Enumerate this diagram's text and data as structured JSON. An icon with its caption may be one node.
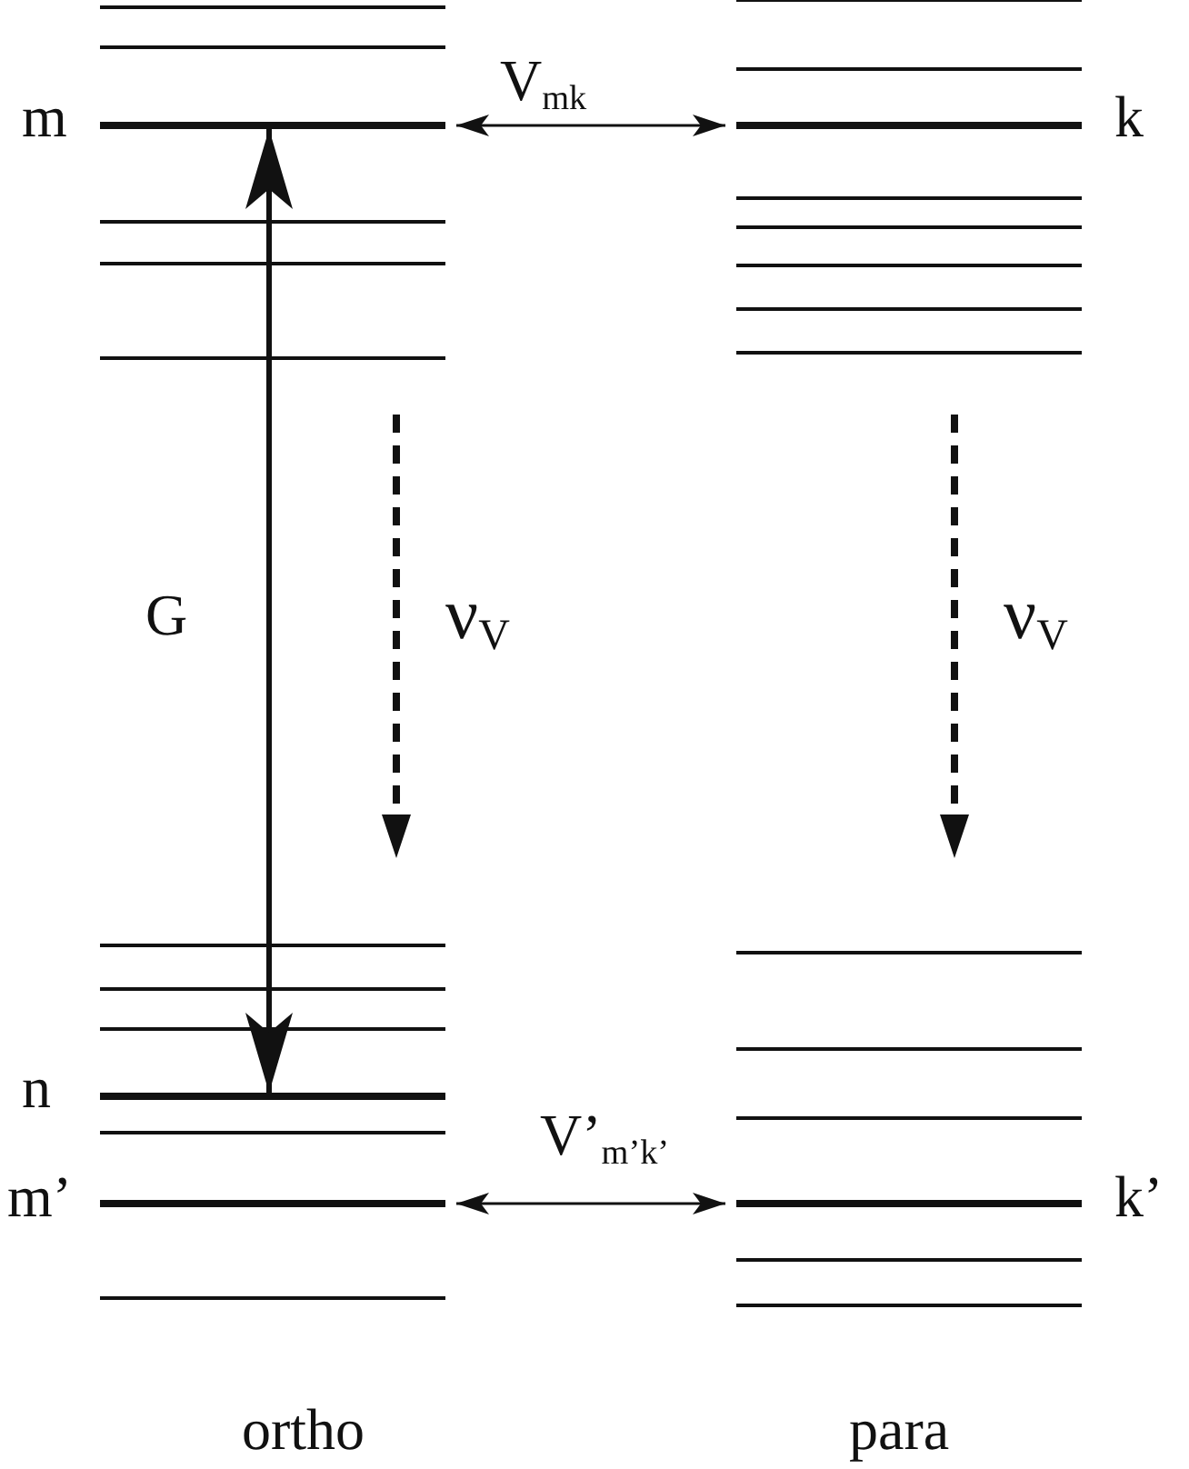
{
  "diagram": {
    "nodes": [
      {
        "text": [],
        "shape": "bar",
        "beside": [
          "m"
        ]
      },
      {
        "text": [],
        "shape": "bar",
        "beside": [
          "k"
        ]
      },
      {
        "text": [],
        "shape": "bar",
        "beside": [
          "n"
        ]
      },
      {
        "text": [],
        "shape": "bar",
        "beside": [
          "m’"
        ]
      },
      {
        "text": [],
        "shape": "bar",
        "beside": [
          "k’"
        ]
      }
    ],
    "edges": [
      {
        "from": 0,
        "to": 1,
        "arrow": "both",
        "label": "V$_{mk}$"
      },
      {
        "from": 0,
        "to": 2,
        "arrow": "both",
        "label": "G",
        "style": "thick"
      },
      {
        "from": 3,
        "to": 4,
        "arrow": "both",
        "label": "V’$_{m’k’}$"
      }
    ],
    "labels": [
      "ν$_{V}$",
      "ν$_{V}$",
      "ortho",
      "para"
    ]
  }
}
